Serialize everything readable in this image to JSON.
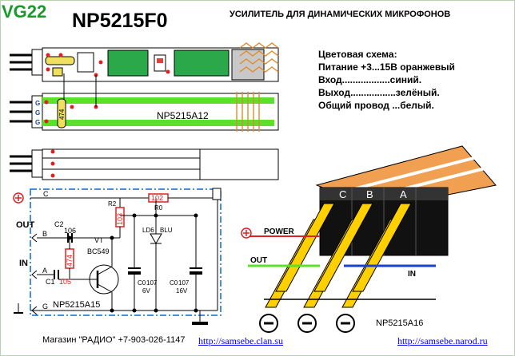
{
  "header": {
    "id_label": "VG22",
    "model": "NP5215F0",
    "subtitle": "УСИЛИТЕЛЬ ДЛЯ ДИНАМИЧЕСКИХ МИКРОФОНОВ"
  },
  "color_scheme": {
    "title": "Цветовая схема:",
    "lines": [
      "Питание +3...15В оранжевый",
      "Вход..................синий.",
      "Выход.................зелёный.",
      "Общий провод ...белый."
    ]
  },
  "board": {
    "label": "NP5215A12",
    "pin_labels": [
      "G",
      "G",
      "G"
    ],
    "resistor_label": "474",
    "colors": {
      "pcb_green": "#2ba84a",
      "lime": "#5de02a",
      "coil": "#e08a2a",
      "resistor": "#f0e060"
    }
  },
  "schematic": {
    "label": "NP5215A15",
    "pins": [
      "C",
      "B",
      "A",
      "G"
    ],
    "out_label": "OUT",
    "in_label": "IN",
    "components": {
      "c2": "C2",
      "c2_value": "106",
      "c1": "C1",
      "c1_value": "105",
      "r1_value": "474",
      "r2": "R2",
      "r2_value": "103",
      "r0": "R0",
      "r0_value": "102",
      "transistor": "VT",
      "transistor_model": "BC549",
      "led": "LD6",
      "led_color": "BLU",
      "cap_a": "C0",
      "cap_a_value": "107",
      "cap_a_voltage": "6V",
      "cap_b": "C0",
      "cap_b_value": "107",
      "cap_b_voltage": "16V"
    }
  },
  "connector": {
    "label": "NP5215A16",
    "letters": [
      "C",
      "B",
      "A"
    ],
    "power_label": "POWER",
    "out_label": "OUT",
    "in_label": "IN",
    "colors": {
      "cable": "#f0a050",
      "pin": "#ffd000",
      "block": "#000000"
    }
  },
  "footer": {
    "shop": "Магазин \"РАДИО\" +7-903-026-1147",
    "url1": "http://samsebe.clan.su",
    "url2": "http://samsebe.narod.ru"
  }
}
